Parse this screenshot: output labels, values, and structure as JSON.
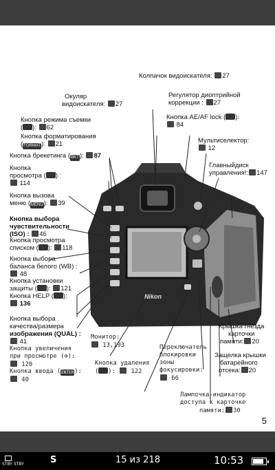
{
  "page": {
    "labels": {
      "eyecup": "Колпачок видоискателя:",
      "eyecup_ref": "27",
      "eyepiece_l1": "Окуляр",
      "eyepiece_l2": "видоискателя:",
      "eyepiece_ref": "27",
      "diopter_l1": "Регулятор диоптрийной",
      "diopter_l2": "коррекции :",
      "diopter_ref": "27",
      "mode_l1": "Кнопка  режима  съемки",
      "mode_ref": "62",
      "format_l1": "Кнопка  форматирования",
      "format_key": "FORMAT",
      "format_ref": "21",
      "aeaf": "Кнопка AE/AF lock (",
      "aeaf_close": "):",
      "aeaf_ref": "84",
      "multi": "Мультиселектор:",
      "multi_ref": "12",
      "bracket": "Кнопка брекетинга (",
      "bracket_key": "BKT",
      "bracket_close": "):",
      "bracket_ref": "87",
      "dial_l1": "Главныйдиск",
      "dial_l2": "управления!:",
      "dial_ref": "147",
      "play_l1": "Кнопка",
      "play_l2": "просмотра",
      "play_ref": "114",
      "menu_l1": "Кнопка  вызова",
      "menu_l2": "меню (",
      "menu_key": "MENU",
      "menu_ref": "39",
      "iso_l1": "Кнопка  выбора",
      "iso_l2": "чувствительности",
      "iso_l3": "(ISO) :",
      "iso_ref": "46",
      "thumb_l1": "Кнопка просмотра",
      "thumb_l2": "списком (",
      "thumb_ref": "118",
      "wb_l1": "Кнопка  выбора",
      "wb_l2": "баланса белого (WB) :",
      "wb_ref": "48",
      "protect_l1": "Кнопка  установки",
      "protect_l2": "защиты (",
      "protect_ref": "121",
      "help_l1": "Кнопка  HELP (",
      "help_ref": "136",
      "qual_l1": "Кнопка выбора",
      "qual_l2": "качества/размера",
      "qual_l3": "изображения (QUAL) :",
      "qual_ref": "41",
      "zoom_l1": "Кнопка увеличения",
      "zoom_l2": "при просмотре (",
      "zoom_ref": "120",
      "enter_l1": "Кнопка ввода (",
      "enter_key": "ENTER",
      "enter_ref": "40",
      "monitor_l1": "Монитор:",
      "monitor_ref": "13,193",
      "delete_l1": "Кнопка удаления",
      "delete_ref": "122",
      "focuslock_l1": "Переключатель",
      "focuslock_l2": "блокировки",
      "focuslock_l3": "зоны",
      "focuslock_l4": "фокусировки:",
      "focuslock_ref": "66",
      "cfcover_l1": "Крышка гнезда",
      "cfcover_l2": "карточки",
      "cfcover_l3": "памяти:",
      "cfcover_ref": "20",
      "batlatch_l1": "Защелка крышки",
      "batlatch_l2": "батарейного",
      "batlatch_l3": "отсека:",
      "batlatch_ref": "20",
      "access_l1": "Лампочка-индикатор",
      "access_l2": "доступа к карточке",
      "access_l3": "памяти:",
      "access_ref": "30"
    },
    "camera_brand": "Nikon",
    "page_number": "5"
  },
  "status": {
    "standby": "STBY STBY",
    "app_letter": "S",
    "pages": "15 из 218",
    "time": "10:53",
    "battery_level": 0.85
  },
  "icons": [
    "book-ref-icon",
    "battery-icon",
    "standby-icon"
  ]
}
